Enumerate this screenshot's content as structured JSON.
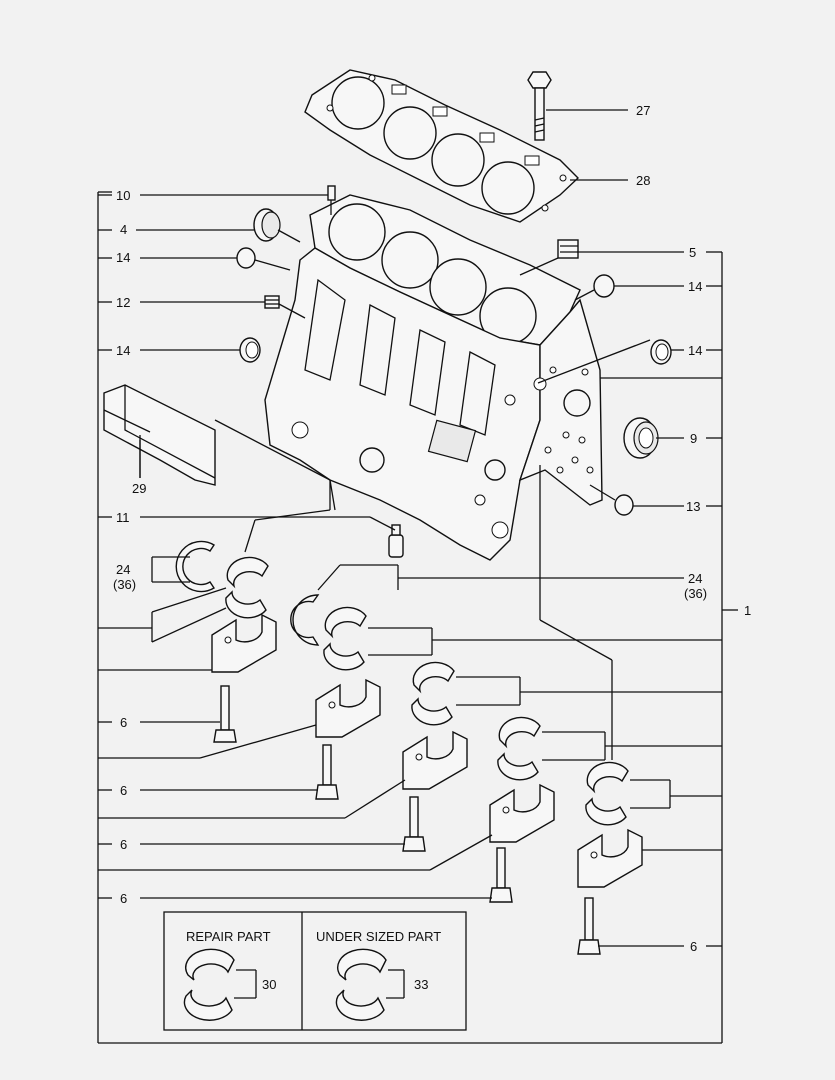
{
  "labels": {
    "p27": "27",
    "p28": "28",
    "p10": "10",
    "p4": "4",
    "p14_a": "14",
    "p12": "12",
    "p14_b": "14",
    "p29": "29",
    "p11": "11",
    "p24_l": "24",
    "p24_l_qty": "(36)",
    "p5": "5",
    "p14_c": "14",
    "p14_d": "14",
    "p9": "9",
    "p13": "13",
    "p24_r": "24",
    "p24_r_qty": "(36)",
    "p1": "1",
    "p6_a": "6",
    "p6_b": "6",
    "p6_c": "6",
    "p6_d": "6",
    "p6_e": "6",
    "p30": "30",
    "p33": "33"
  },
  "inset": {
    "repair_title": "REPAIR PART",
    "under_title": "UNDER SIZED PART"
  }
}
